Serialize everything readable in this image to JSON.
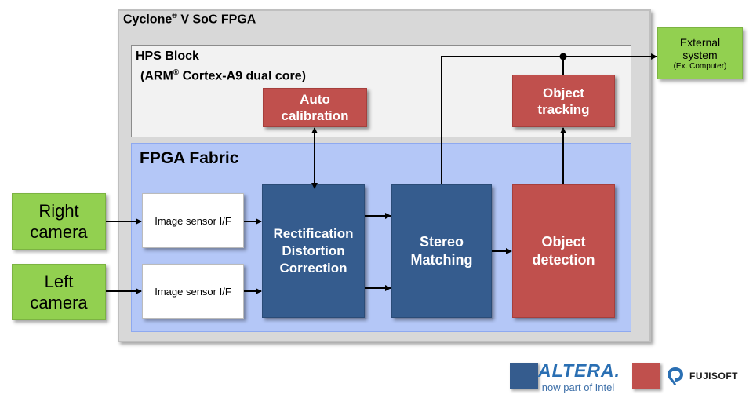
{
  "cyclone": {
    "title_a": "Cyclone",
    "title_reg": "®",
    "title_b": " V SoC FPGA"
  },
  "hps": {
    "line1": "HPS Block",
    "line2_a": "(ARM",
    "line2_reg": "®",
    "line2_b": " Cortex-A9 dual core)"
  },
  "fpga": {
    "title": "FPGA Fabric"
  },
  "blocks": {
    "auto_calibration": [
      "Auto",
      "calibration"
    ],
    "object_tracking": [
      "Object",
      "tracking"
    ],
    "rectification": [
      "Rectification",
      "Distortion",
      "Correction"
    ],
    "stereo_matching": [
      "Stereo",
      "Matching"
    ],
    "object_detection": [
      "Object",
      "detection"
    ],
    "image_sensor_1": "Image sensor I/F",
    "image_sensor_2": "Image sensor I/F"
  },
  "inputs": {
    "right_camera": [
      "Right",
      "camera"
    ],
    "left_camera": [
      "Left",
      "camera"
    ]
  },
  "external": {
    "line1": "External",
    "line2": "system",
    "line3": "(Ex. Computer)"
  },
  "legend": {
    "altera_color": "#355c8e",
    "altera_logo": "ALTERA.",
    "altera_sub": "now part of Intel",
    "fujisoft_color": "#c0504d",
    "fujisoft_logo": "FUJISOFT"
  }
}
